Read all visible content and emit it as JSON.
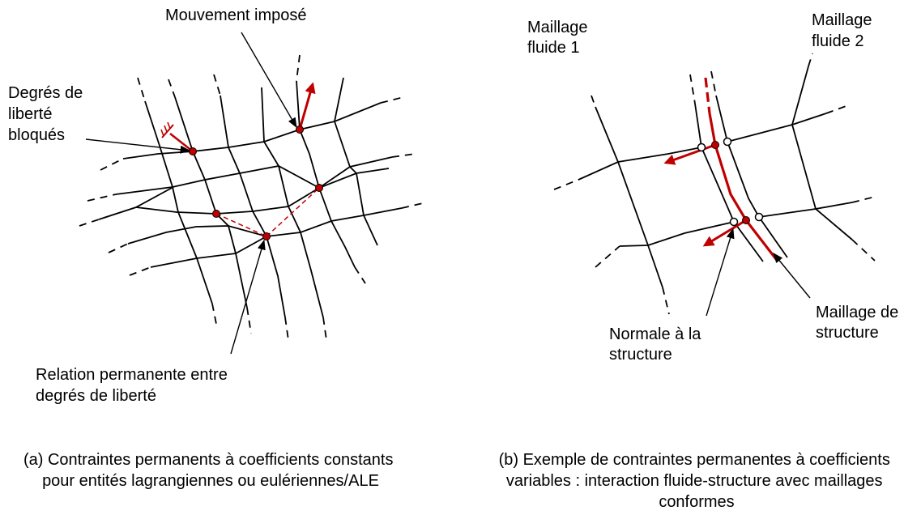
{
  "panel_a": {
    "label_mouvement": "Mouvement imposé",
    "label_degres": [
      "Degrés de",
      "liberté",
      "bloqués"
    ],
    "label_relation": [
      "Relation permanente entre",
      "degrés de liberté"
    ],
    "caption": [
      "(a) Contraintes permanents à coefficients constants",
      "pour entités lagrangiennes ou eulériennes/ALE"
    ]
  },
  "panel_b": {
    "label_fluide1": [
      "Maillage",
      "fluide 1"
    ],
    "label_fluide2": [
      "Maillage",
      "fluide 2"
    ],
    "label_normale": [
      "Normale à la",
      "structure"
    ],
    "label_structure": [
      "Maillage de",
      "structure"
    ],
    "caption": [
      "(b) Exemple de contraintes permanentes à coefficients",
      "variables : interaction fluide-structure avec maillages",
      "conformes"
    ]
  },
  "colors": {
    "accent": "#c00000",
    "line": "#000000"
  }
}
